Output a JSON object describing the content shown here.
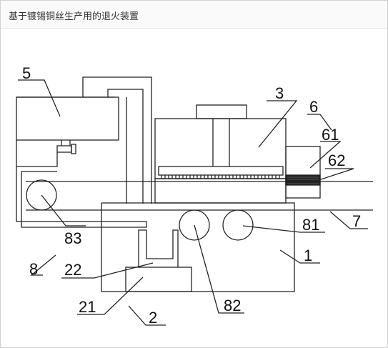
{
  "window": {
    "title": "基于镀锡铜丝生产用的退火装置"
  },
  "diagram": {
    "labels": {
      "l5": "5",
      "l3": "3",
      "l6": "6",
      "l61": "61",
      "l62": "62",
      "l83": "83",
      "l81": "81",
      "l7": "7",
      "l1": "1",
      "l8": "8",
      "l22": "22",
      "l21": "21",
      "l2": "2",
      "l82": "82"
    }
  }
}
